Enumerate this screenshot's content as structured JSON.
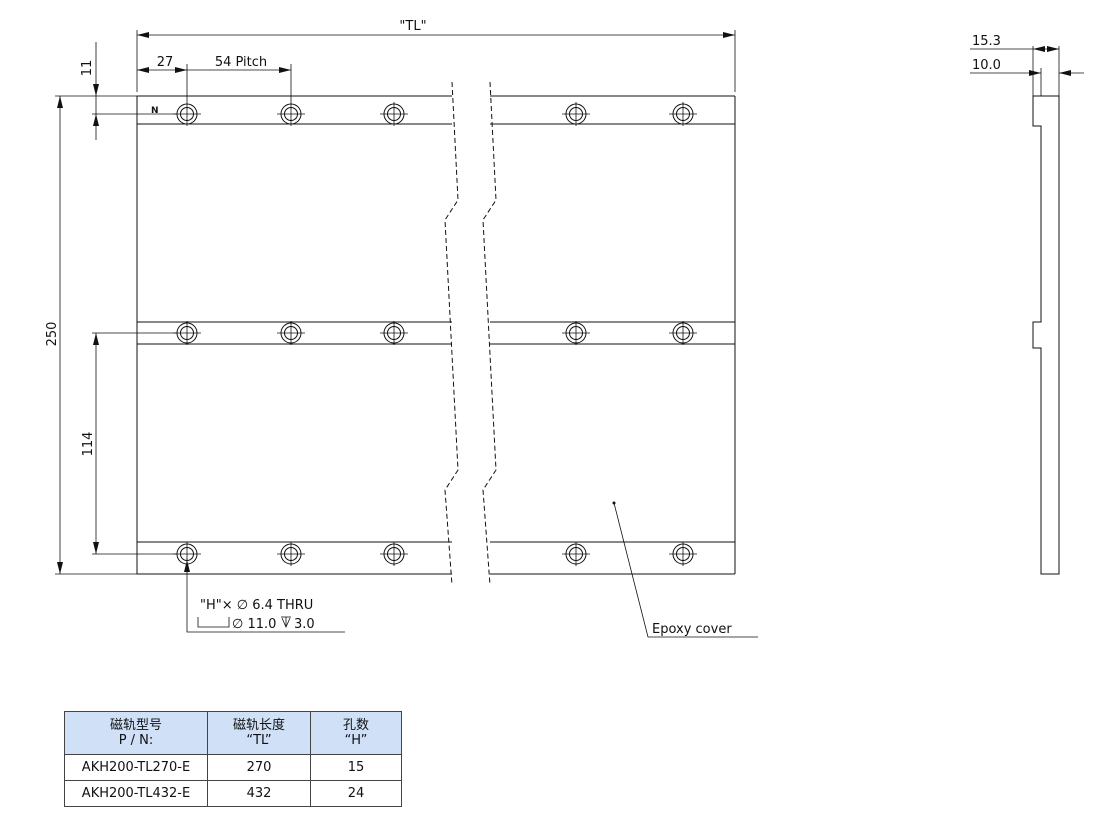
{
  "drawing": {
    "dims": {
      "total_length": "\"TL\"",
      "first_hole": "27",
      "pitch": "54 Pitch",
      "top_offset": "11",
      "height": "250",
      "mid_spacing": "114",
      "side_thickness": "15.3",
      "side_base": "10.0"
    },
    "marking": "N",
    "hole_callout_line1": "\"H\"×  ∅ 6.4 THRU",
    "hole_callout_line2": "∅ 11.0",
    "hole_callout_depth": "3.0",
    "epoxy_label": "Epoxy cover"
  },
  "table": {
    "headers": [
      {
        "cn": "磁轨型号",
        "en": "P / N:"
      },
      {
        "cn": "磁轨长度",
        "en": "“TL”"
      },
      {
        "cn": "孔数",
        "en": "“H”"
      }
    ],
    "rows": [
      [
        "AKH200-TL270-E",
        "270",
        "15"
      ],
      [
        "AKH200-TL432-E",
        "432",
        "24"
      ]
    ]
  }
}
